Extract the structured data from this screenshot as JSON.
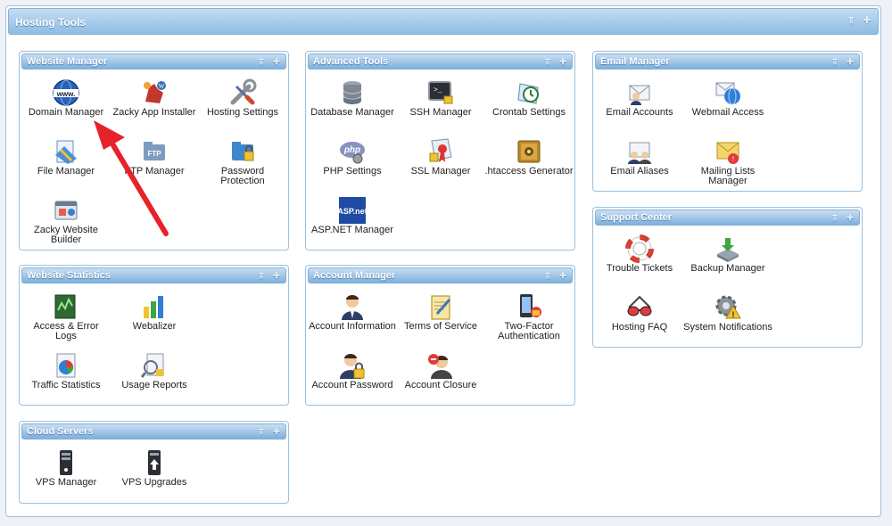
{
  "header": {
    "title": "Hosting Tools"
  },
  "panels": {
    "website_manager": {
      "title": "Website Manager",
      "items": [
        {
          "label": "Domain Manager",
          "icon": "www-globe-icon"
        },
        {
          "label": "Zacky App Installer",
          "icon": "wordpress-kangaroo-icon"
        },
        {
          "label": "Hosting Settings",
          "icon": "wrench-screwdriver-icon"
        },
        {
          "label": "File Manager",
          "icon": "file-manager-icon"
        },
        {
          "label": "FTP Manager",
          "icon": "ftp-folder-icon"
        },
        {
          "label": "Password Protection",
          "icon": "password-folder-icon"
        },
        {
          "label": "Zacky Website Builder",
          "icon": "website-builder-icon"
        }
      ]
    },
    "advanced_tools": {
      "title": "Advanced Tools",
      "items": [
        {
          "label": "Database Manager",
          "icon": "database-icon"
        },
        {
          "label": "SSH Manager",
          "icon": "ssh-terminal-icon"
        },
        {
          "label": "Crontab Settings",
          "icon": "crontab-clock-icon"
        },
        {
          "label": "PHP Settings",
          "icon": "php-icon"
        },
        {
          "label": "SSL Manager",
          "icon": "ssl-certificate-icon"
        },
        {
          "label": ".htaccess Generator",
          "icon": "htaccess-safe-icon"
        },
        {
          "label": "ASP.NET Manager",
          "icon": "aspnet-icon"
        }
      ]
    },
    "email_manager": {
      "title": "Email Manager",
      "items": [
        {
          "label": "Email Accounts",
          "icon": "email-accounts-icon"
        },
        {
          "label": "Webmail Access",
          "icon": "webmail-icon"
        },
        {
          "label": "Email Aliases",
          "icon": "email-aliases-icon"
        },
        {
          "label": "Mailing Lists Manager",
          "icon": "mailing-list-icon"
        }
      ]
    },
    "support_center": {
      "title": "Support Center",
      "items": [
        {
          "label": "Trouble Tickets",
          "icon": "lifebuoy-icon"
        },
        {
          "label": "Backup Manager",
          "icon": "backup-icon"
        },
        {
          "label": "Hosting FAQ",
          "icon": "faq-glasses-icon"
        },
        {
          "label": "System Notifications",
          "icon": "system-notifications-icon"
        }
      ]
    },
    "website_statistics": {
      "title": "Website Statistics",
      "items": [
        {
          "label": "Access & Error Logs",
          "icon": "access-logs-icon"
        },
        {
          "label": "Webalizer",
          "icon": "webalizer-chart-icon"
        },
        {
          "label": "Traffic Statistics",
          "icon": "traffic-pie-icon"
        },
        {
          "label": "Usage Reports",
          "icon": "usage-reports-icon"
        }
      ]
    },
    "account_manager": {
      "title": "Account Manager",
      "items": [
        {
          "label": "Account Information",
          "icon": "account-info-icon"
        },
        {
          "label": "Terms of Service",
          "icon": "terms-notepad-icon"
        },
        {
          "label": "Two-Factor Authentication",
          "icon": "two-factor-phone-icon"
        },
        {
          "label": "Account Password",
          "icon": "account-password-icon"
        },
        {
          "label": "Account Closure",
          "icon": "account-closure-icon"
        }
      ]
    },
    "cloud_servers": {
      "title": "Cloud Servers",
      "items": [
        {
          "label": "VPS Manager",
          "icon": "vps-server-icon"
        },
        {
          "label": "VPS Upgrades",
          "icon": "vps-upgrade-icon"
        }
      ]
    }
  },
  "colors": {
    "header_gradient_top": "#c9def1",
    "header_gradient_bottom": "#7fb0dd",
    "panel_border": "#9fc0dc",
    "annotation_arrow": "#e8222a"
  }
}
